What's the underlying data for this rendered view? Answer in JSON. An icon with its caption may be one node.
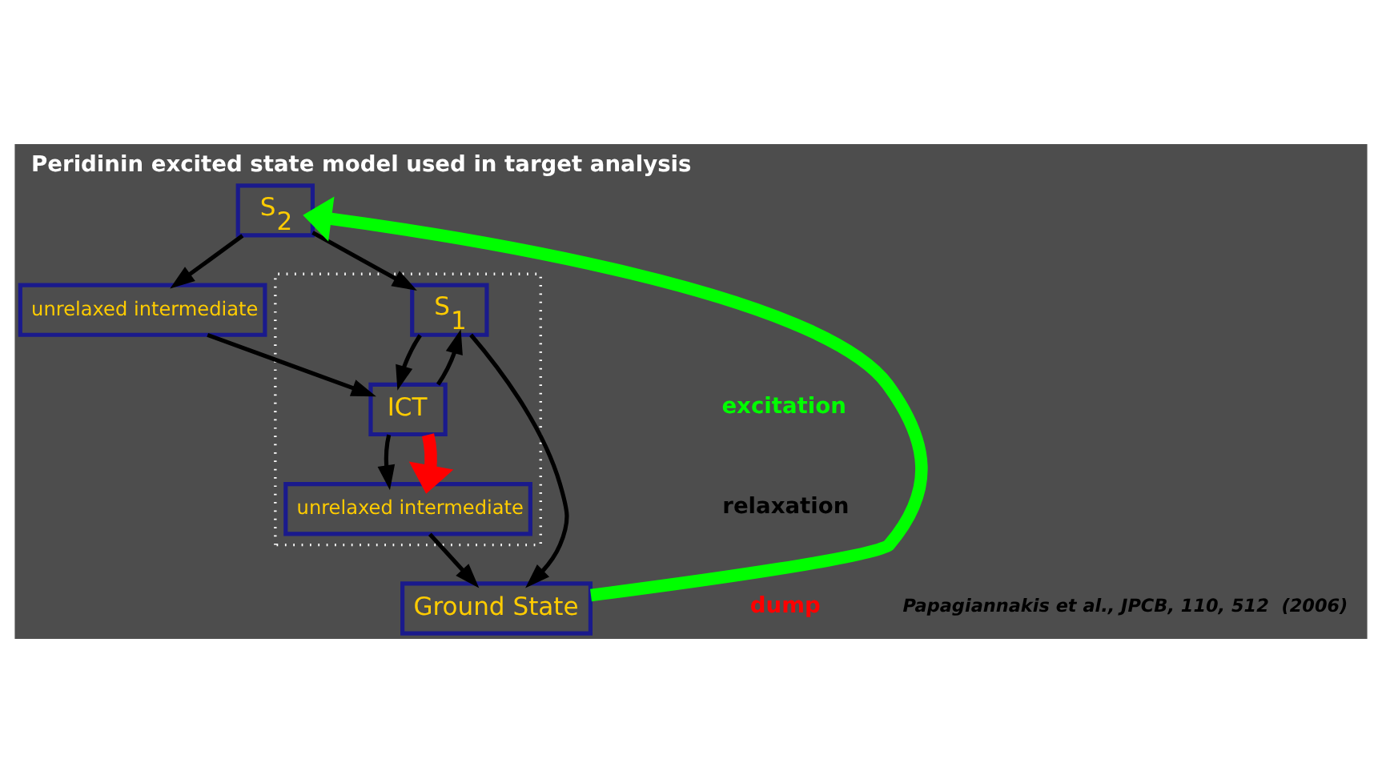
{
  "diagram": {
    "title": "Peridinin excited state model used in target analysis",
    "nodes": [
      {
        "text": [
          "S$_{2}$"
        ]
      },
      {
        "text": [
          "unrelaxed intermediate"
        ]
      },
      {
        "text": [],
        "shape": "box"
      },
      {
        "text": [
          "S$_{1}$"
        ],
        "in": 2
      },
      {
        "text": [
          "ICT"
        ],
        "in": 2
      },
      {
        "text": [
          "unrelaxed intermediate"
        ],
        "in": 2
      },
      {
        "text": [
          "Ground State"
        ]
      }
    ],
    "edges": [
      {
        "from": 0,
        "to": 3,
        "arrow": "to"
      },
      {
        "from": 0,
        "to": 1,
        "arrow": "to"
      },
      {
        "from": 1,
        "to": 4,
        "arrow": "to"
      },
      {
        "from": 4,
        "to": 3,
        "arrow": "to"
      },
      {
        "from": 3,
        "to": 4,
        "arrow": "to"
      },
      {
        "from": 3,
        "to": 6,
        "arrow": "to"
      },
      {
        "from": 4,
        "to": 5,
        "arrow": "to"
      },
      {
        "from": 4,
        "to": 5,
        "arrow": "to",
        "style": "thick",
        "color": "#ff0000"
      },
      {
        "from": 5,
        "to": 6,
        "arrow": "to"
      },
      {
        "from": 6,
        "to": 0,
        "arrow": "to",
        "style": "thick",
        "color": "#00ff00"
      }
    ],
    "labels": [
      "Papagiannakis et al., JPCB, 110, 512  (2006)"
    ],
    "legend": [
      {
        "text": "excitation",
        "color": "#00ff00"
      },
      {
        "text": "relaxation",
        "color": "#000000"
      },
      {
        "text": "dump",
        "color": "#ff0000"
      }
    ]
  }
}
